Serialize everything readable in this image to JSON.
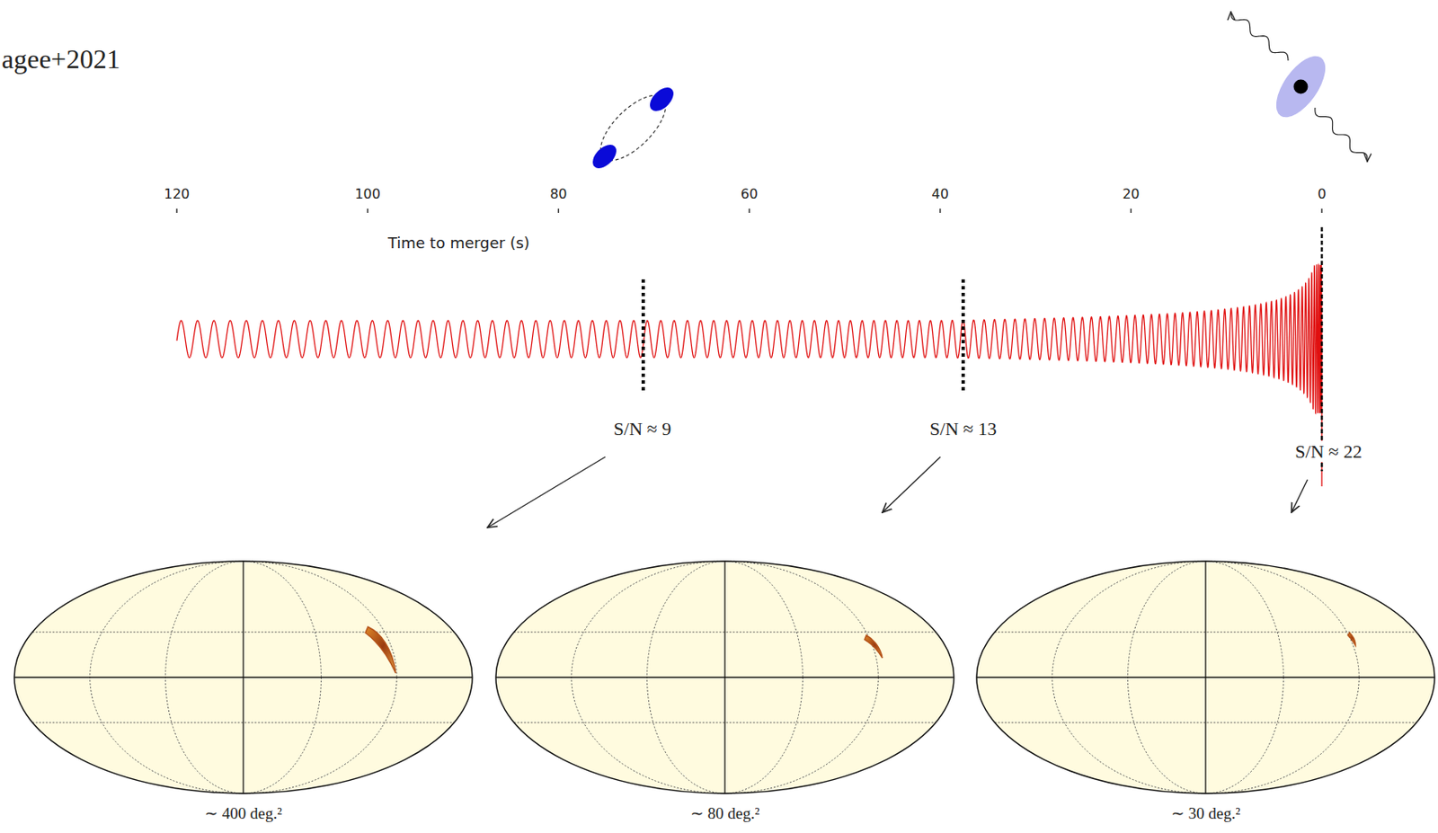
{
  "diagram": {
    "nodes": [
      {
        "text": [
          "∼ 400 deg.²"
        ]
      },
      {
        "text": [
          "∼ 80 deg.²"
        ]
      },
      {
        "text": [
          "∼ 30 deg.²"
        ]
      }
    ],
    "labels": [
      "agee+2021",
      "120",
      "100",
      "80",
      "60",
      "40",
      "20",
      "0",
      "Time to merger (s)",
      "S/N ≈ 9",
      "S/N ≈ 13",
      "S/N ≈ 22"
    ]
  }
}
